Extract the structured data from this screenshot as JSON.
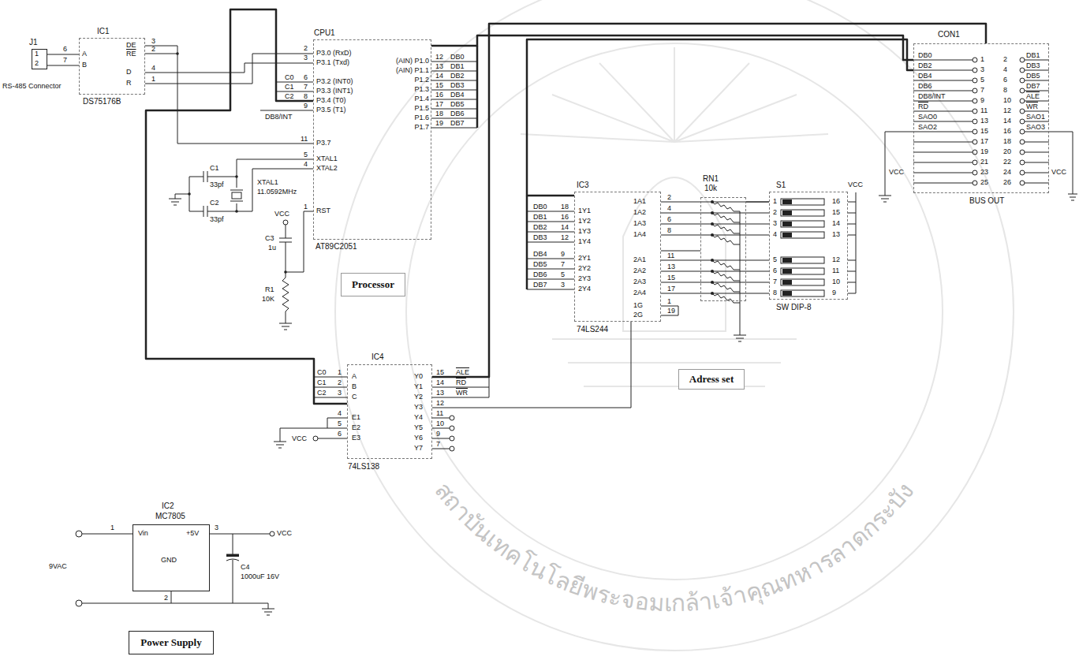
{
  "diagram": {
    "nodes": [
      {
        "text": [
          "J1",
          "RS-485 Connector"
        ]
      },
      {
        "text": [
          "IC1",
          "DS75176B"
        ]
      },
      {
        "text": [
          "CPU1",
          "AT89C2051"
        ]
      },
      {
        "text": [
          "Processor"
        ]
      },
      {
        "text": [
          "IC3",
          "74LS244"
        ]
      },
      {
        "text": [
          "RN1",
          "10k"
        ]
      },
      {
        "text": [
          "S1",
          "SW DIP-8"
        ]
      },
      {
        "text": [
          "Adress set"
        ]
      },
      {
        "text": [
          "IC4",
          "74LS138"
        ]
      },
      {
        "text": [
          "CON1",
          "BUS OUT"
        ]
      },
      {
        "text": [
          "IC2",
          "MC7805"
        ]
      },
      {
        "text": [
          "Power Supply"
        ]
      }
    ],
    "edges": [
      {
        "from": 0,
        "to": 1,
        "arrow": "none"
      },
      {
        "from": 1,
        "to": 2,
        "arrow": "none"
      },
      {
        "from": 2,
        "to": 8,
        "arrow": "none"
      },
      {
        "from": 2,
        "to": 9,
        "arrow": "none"
      },
      {
        "from": 4,
        "to": 9,
        "arrow": "none"
      },
      {
        "from": 4,
        "to": 5,
        "arrow": "none"
      },
      {
        "from": 5,
        "to": 6,
        "arrow": "none"
      },
      {
        "from": 8,
        "to": 9,
        "arrow": "none"
      },
      {
        "from": 8,
        "to": 4,
        "arrow": "none"
      }
    ],
    "labels": [
      "1",
      "2",
      "6",
      "7",
      "A",
      "B",
      "DE",
      "RE",
      "3",
      "2",
      "D",
      "R",
      "4",
      "1",
      "2",
      "P3.0 (RxD)",
      "3",
      "P3.1 (Txd)",
      "C0",
      "6",
      "P3.2 (INT0)",
      "C1",
      "7",
      "P3.3 (INT1)",
      "C2",
      "8",
      "P3.4 (T0)",
      "DB8/INT",
      "9",
      "P3.5 (T1)",
      "11",
      "P3.7",
      "5",
      "XTAL1",
      "4",
      "XTAL2",
      "1",
      "RST",
      "(AIN) P1.0",
      "12",
      "DB0",
      "(AIN) P1.1",
      "13",
      "DB1",
      "P1.2",
      "14",
      "DB2",
      "P1.3",
      "15",
      "DB3",
      "P1.4",
      "16",
      "DB4",
      "P1.5",
      "17",
      "DB5",
      "P1.6",
      "18",
      "DB6",
      "P1.7",
      "19",
      "DB7",
      "C1",
      "33pf",
      "C2",
      "33pf",
      "XTAL1",
      "11.0592MHz",
      "VCC",
      "C3",
      "1u",
      "R1",
      "10K",
      "DB0",
      "18",
      "1Y1",
      "DB1",
      "16",
      "1Y2",
      "DB2",
      "14",
      "1Y3",
      "DB3",
      "12",
      "1Y4",
      "DB4",
      "9",
      "2Y1",
      "DB5",
      "7",
      "2Y2",
      "DB6",
      "5",
      "2Y3",
      "DB7",
      "3",
      "2Y4",
      "1A1",
      "2",
      "1A2",
      "4",
      "1A3",
      "6",
      "1A4",
      "8",
      "2A1",
      "11",
      "2A2",
      "13",
      "2A3",
      "15",
      "2A4",
      "17",
      "1G",
      "1",
      "2G",
      "19",
      "1",
      "16",
      "2",
      "15",
      "3",
      "14",
      "4",
      "13",
      "5",
      "12",
      "6",
      "11",
      "7",
      "10",
      "8",
      "9",
      "VCC",
      "C0",
      "1",
      "A",
      "C1",
      "2",
      "B",
      "C2",
      "3",
      "C",
      "4",
      "E1",
      "5",
      "E2",
      "6",
      "E3",
      "VCC",
      "Y0",
      "15",
      "Y1",
      "14",
      "Y2",
      "13",
      "Y3",
      "12",
      "Y4",
      "11",
      "Y5",
      "10",
      "Y6",
      "9",
      "Y7",
      "7",
      "ALE",
      "RD",
      "WR",
      "DB0",
      "1",
      "DB2",
      "3",
      "DB4",
      "5",
      "DB6",
      "7",
      "DB8/INT",
      "9",
      "RD",
      "11",
      "SAO0",
      "13",
      "SAO2",
      "15",
      "17",
      "19",
      "21",
      "VCC",
      "23",
      "25",
      "2",
      "DB1",
      "4",
      "DB3",
      "6",
      "DB5",
      "8",
      "DB7",
      "10",
      "ALE",
      "12",
      "WR",
      "14",
      "SAO1",
      "16",
      "SAO3",
      "18",
      "20",
      "22",
      "24",
      "VCC",
      "26",
      "1",
      "Vin",
      "+5V",
      "3",
      "VCC",
      "GND",
      "2",
      "9VAC",
      "C4",
      "1000uF 16V",
      "สถาบันเทคโนโลยีพระจอมเกล้าเจ้าคุณทหารลาดกระบัง"
    ]
  }
}
